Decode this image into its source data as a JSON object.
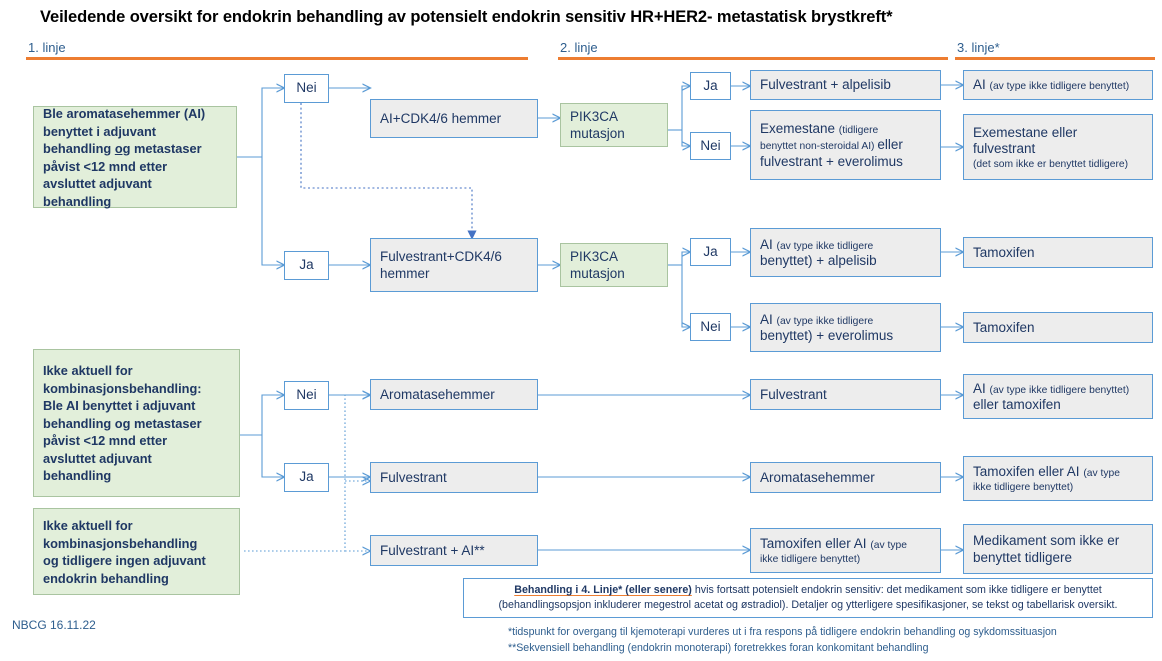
{
  "title": "Veiledende oversikt for endokrin behandling av potensielt endokrin sensitiv HR+HER2- metastatisk brystkreft*",
  "phases": [
    {
      "label": "1. linje"
    },
    {
      "label": "2. linje"
    },
    {
      "label": "3. linje*"
    }
  ],
  "nodes": {
    "q1": "Ble aromatasehemmer (AI) benyttet i adjuvant behandling og metastaser påvist <12 mnd etter avsluttet adjuvant behandling",
    "q1_l1": "Ble aromatasehemmer (AI)",
    "q1_l2a": "benyttet i adjuvant",
    "q1_l3a": "behandling ",
    "q1_l3b": "og",
    "q1_l3c": " metastaser",
    "q1_l4": "påvist <12 mnd etter",
    "q1_l5": "avsluttet adjuvant",
    "q1_l6": "behandling",
    "q2_l1": "Ikke aktuell for",
    "q2_l2": "kombinasjonsbehandling:",
    "q2_l3": "Ble AI benyttet i adjuvant",
    "q2_l4": "behandling og metastaser",
    "q2_l5": "påvist <12 mnd etter",
    "q2_l6": "avsluttet adjuvant",
    "q2_l7": "behandling",
    "q3_l1": "Ikke aktuell for",
    "q3_l2": "kombinasjonsbehandling",
    "q3_l3": "og tidligere ingen adjuvant",
    "q3_l4": "endokrin behandling",
    "nei": "Nei",
    "ja": "Ja",
    "ai_cdk": "AI+CDK4/6 hemmer",
    "fulv_cdk": "Fulvestrant+CDK4/6 hemmer",
    "pik3ca": "PIK3CA mutasjon",
    "pik3ca_l1": "PIK3CA",
    "pik3ca_l2": "mutasjon",
    "fulv_alpelisib": "Fulvestrant + alpelisib",
    "exemestane_main": "Exemestane ",
    "exemestane_sm1": "(tidligere",
    "exemestane_sm2": "benyttet non-steroidal AI) ",
    "exemestane_mid": "eller",
    "exemestane_l3": "fulvestrant + everolimus",
    "ai_notprev_main": "AI ",
    "ai_notprev_sm": "(av type ikke tidligere benyttet)",
    "exem_eller_fulv_l1": "Exemestane eller",
    "exem_eller_fulv_l2": "fulvestrant",
    "exem_eller_fulv_sm": "(det som ikke er benyttet tidligere)",
    "ai_alpelisib_main": "AI ",
    "ai_alpelisib_sm": "(av type ikke tidligere",
    "ai_alpelisib_l2": "benyttet) + alpelisib",
    "ai_everolimus_main": "AI ",
    "ai_everolimus_sm": "(av type ikke tidligere",
    "ai_everolimus_l2": "benyttet) + everolimus",
    "tamoxifen": "Tamoxifen",
    "aromatasehemmer": "Aromatasehemmer",
    "fulvestrant": "Fulvestrant",
    "fulv_ai": "Fulvestrant + AI**",
    "ai_eller_tam_main": "AI ",
    "ai_eller_tam_sm": "(av type ikke tidligere benyttet)",
    "ai_eller_tam_l2": "eller tamoxifen",
    "tam_eller_ai_main": "Tamoxifen eller AI ",
    "tam_eller_ai_sm1": "(av type",
    "tam_eller_ai_sm2": "ikke tidligere benyttet)",
    "medikament_l1": "Medikament som ikke er",
    "medikament_l2": "benyttet tidligere"
  },
  "callout": {
    "line1_hl": "Behandling i 4. Linje* (eller senere)",
    "line1_rest": " hvis fortsatt potensielt endokrin sensitiv: det medikament som ikke tidligere er benyttet",
    "line2": "(behandlingsopsjon inkluderer megestrol acetat og østradiol). Detaljer og ytterligere spesifikasjoner, se tekst og tabellarisk oversikt."
  },
  "footnotes": {
    "star": "*tidspunkt for overgang til kjemoterapi vurderes ut i fra respons på tidligere endokrin behandling og sykdomssituasjon",
    "doublestar": "**Sekvensiell behandling (endokrin monoterapi) foretrekkes foran konkomitant behandling"
  },
  "stamp": "NBCG 16.11.22",
  "colors": {
    "accent_rule": "#ED7D31",
    "box_border": "#5B9BD5",
    "box_fill": "#EDEDED",
    "green_fill": "#E2EFDA",
    "text": "#1F3864"
  }
}
